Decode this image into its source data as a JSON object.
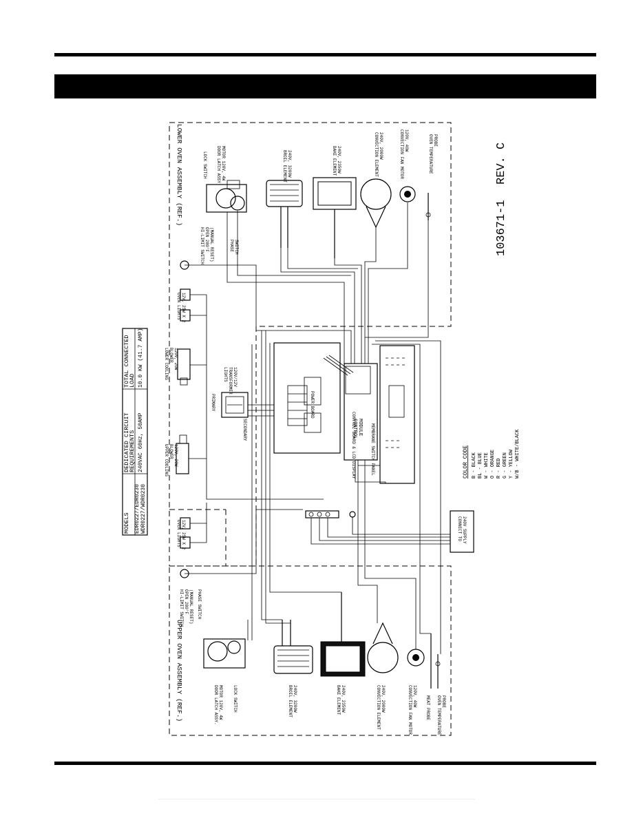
{
  "drawing_number": "103671-1",
  "revision": "REV. C",
  "models_table": {
    "col_models": "MODELS",
    "col_circuit": "DEDICATED CIRCUIT\nREQUIREMENTS",
    "col_load": "TOTAL CONNECTED\nLOAD",
    "model_1": "EDR0227/EDR0230",
    "model_2": "WDR0227/WDR0230",
    "circuit_value": "240VAC 60Hz, 50AMP",
    "load_value": "10.0 KW (41.7 AMP)"
  },
  "lower_oven": {
    "title": "LOWER OVEN ASSEMBLY (REF.)",
    "door_latch": "DOOR LATCH ASSY.\nMOTOR 120V, 4W",
    "lock_switch": "LOCK SWITCH",
    "phase_switch": "PHASE\nSWITCH",
    "hi_limit": "HI-LIMIT SWITCH\nOPEN 280°F\n(MANUAL RESET)",
    "broil": "BROIL ELEMENT\n240V, 3200W",
    "bake": "BAKE ELEMENT\n240V, 2350W",
    "convection_element": "CONVECTION ELEMENT\n240V, 2000W",
    "convection_fan": "CONVECTION FAN MOTOR\n120V, 40W",
    "temp_probe": "OVEN TEMPERATURE\nPROBE",
    "oven_lights": "OVEN LIGHTS\n12V, 25W X 2"
  },
  "upper_oven": {
    "title": "UPPER OVEN ASSEMBLY (REF.)",
    "door_latch": "DOOR LATCH ASSY.\nMOTOR 120V, 4W",
    "lock_switch": "LOCK SWITCH",
    "phase_switch": "PHASE SWITCH",
    "hi_limit": "HI-LIMIT SWITCH\nOPEN 280°F\n(MANUAL RESET)",
    "broil": "BROIL ELEMENT\n240V, 3200W",
    "bake": "BAKE ELEMENT\n240V, 2350W",
    "convection_element": "CONVECTION ELEMENT\n240V, 2000W",
    "convection_fan": "CONVECTION FAN MOTOR\n120V, 40W",
    "meat_probe": "MEAT PROBE",
    "temp_probe": "OVEN TEMPERATURE\nPROBE",
    "oven_lights": "OVEN LIGHTS\n12V, 25W X 2"
  },
  "center": {
    "lower_blower": "LOWER COOLING\nBLOWER\n120V, 20W",
    "upper_blower": "UPPER COOLING\nBLOWER\n120V, 20W",
    "transformer": "LIGHTS\nTRANSFORMER\n120V/12V",
    "primary": "PRIMARY",
    "secondary": "SECONDARY",
    "power_board": "POWER BOARD",
    "control_module": "CONTROL\nMODULE",
    "control_board": "CONTROL BOARD & LCD DISPLAY",
    "membrane": "MEMBRANE SWITCH PANEL",
    "connect_to": "CONNECT TO\n240V SUPPLY"
  },
  "color_code": {
    "title": "COLOR CODE",
    "items": [
      "B  - BLACK",
      "BL - BLUE",
      "W  - WHITE",
      "O  - ORANGE",
      "R  - RED",
      "G  - GREEN",
      "Y  - YELLOW",
      "W/B - WHITE/BLACK"
    ]
  },
  "colors": {
    "ink": "#000000",
    "paper": "#ffffff"
  }
}
